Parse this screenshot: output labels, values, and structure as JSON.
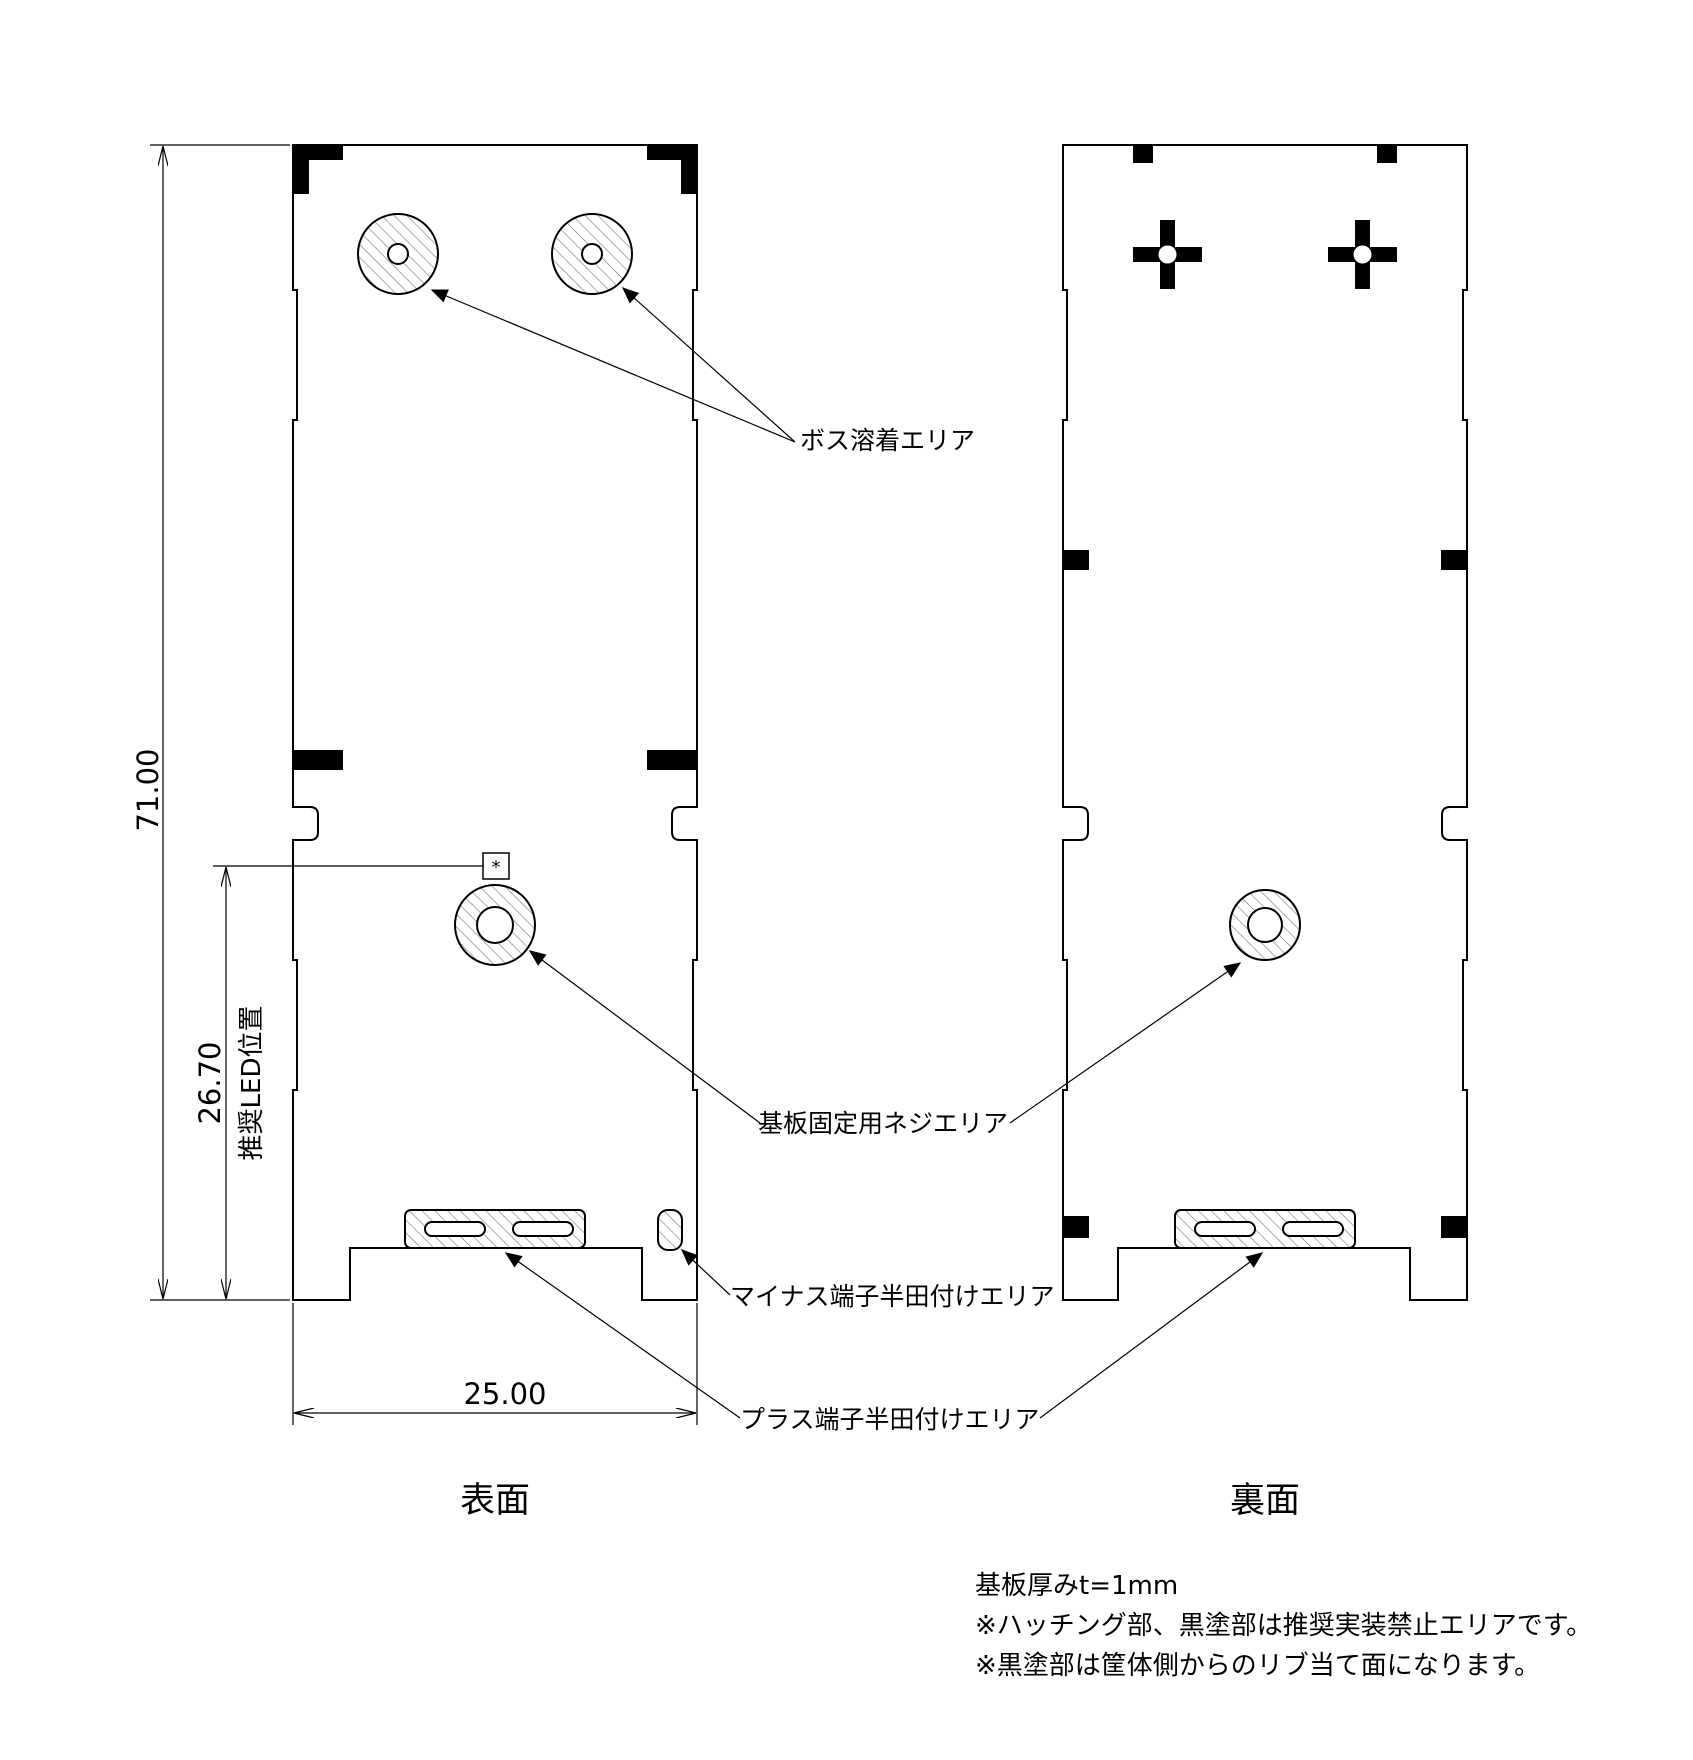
{
  "callouts": {
    "boss": "ボス溶着エリア",
    "screw": "基板固定用ネジエリア",
    "minus": "マイナス端子半田付けエリア",
    "plus": "プラス端子半田付けエリア"
  },
  "dimensions": {
    "height": "71.00",
    "width": "25.00",
    "led_value": "26.70",
    "led_label": "推奨LED位置",
    "led_marker": "*"
  },
  "views": {
    "front": "表面",
    "back": "裏面"
  },
  "notes": [
    "基板厚みt=1mm",
    "※ハッチング部、黒塗部は推奨実装禁止エリアです。",
    "※黒塗部は筐体側からのリブ当て面になります。"
  ]
}
